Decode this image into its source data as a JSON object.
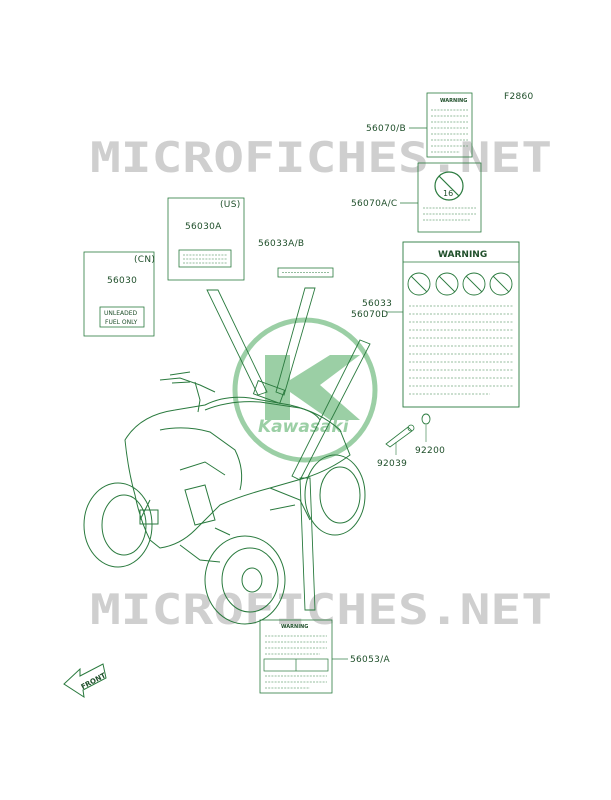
{
  "diagram": {
    "code": "F2860",
    "colors": {
      "ink": "#2a7a3e",
      "dark": "#1f4f2a",
      "watermark": "#c9c9c9",
      "logo": "#4aa85c"
    },
    "watermark": {
      "text": "MICROFICHES.NET"
    },
    "logo": {
      "text": "Kawasaki"
    },
    "front_arrow": {
      "label": "FRONT"
    },
    "groups": [
      {
        "id": "cn",
        "region": "(CN)",
        "part": "56030",
        "text_lines": [
          "UNLEADED",
          "FUEL ONLY"
        ]
      },
      {
        "id": "us",
        "region": "(US)",
        "part": "56030A"
      }
    ],
    "callouts": [
      {
        "id": "56033ab",
        "lines": [
          "56033A/B"
        ]
      },
      {
        "id": "56070b",
        "lines": [
          "56070/B"
        ]
      },
      {
        "id": "56070ac",
        "lines": [
          "56070A/C"
        ]
      },
      {
        "id": "56033",
        "lines": [
          "56033",
          "56070D"
        ]
      },
      {
        "id": "92200",
        "lines": [
          "92200"
        ]
      },
      {
        "id": "92039",
        "lines": [
          "92039"
        ]
      },
      {
        "id": "56053a",
        "lines": [
          "56053/A"
        ]
      }
    ],
    "decals": {
      "warning_small": "WARNING",
      "warning_large": "WARNING",
      "warning_bottom": "WARNING",
      "age_sticker": "16"
    }
  }
}
